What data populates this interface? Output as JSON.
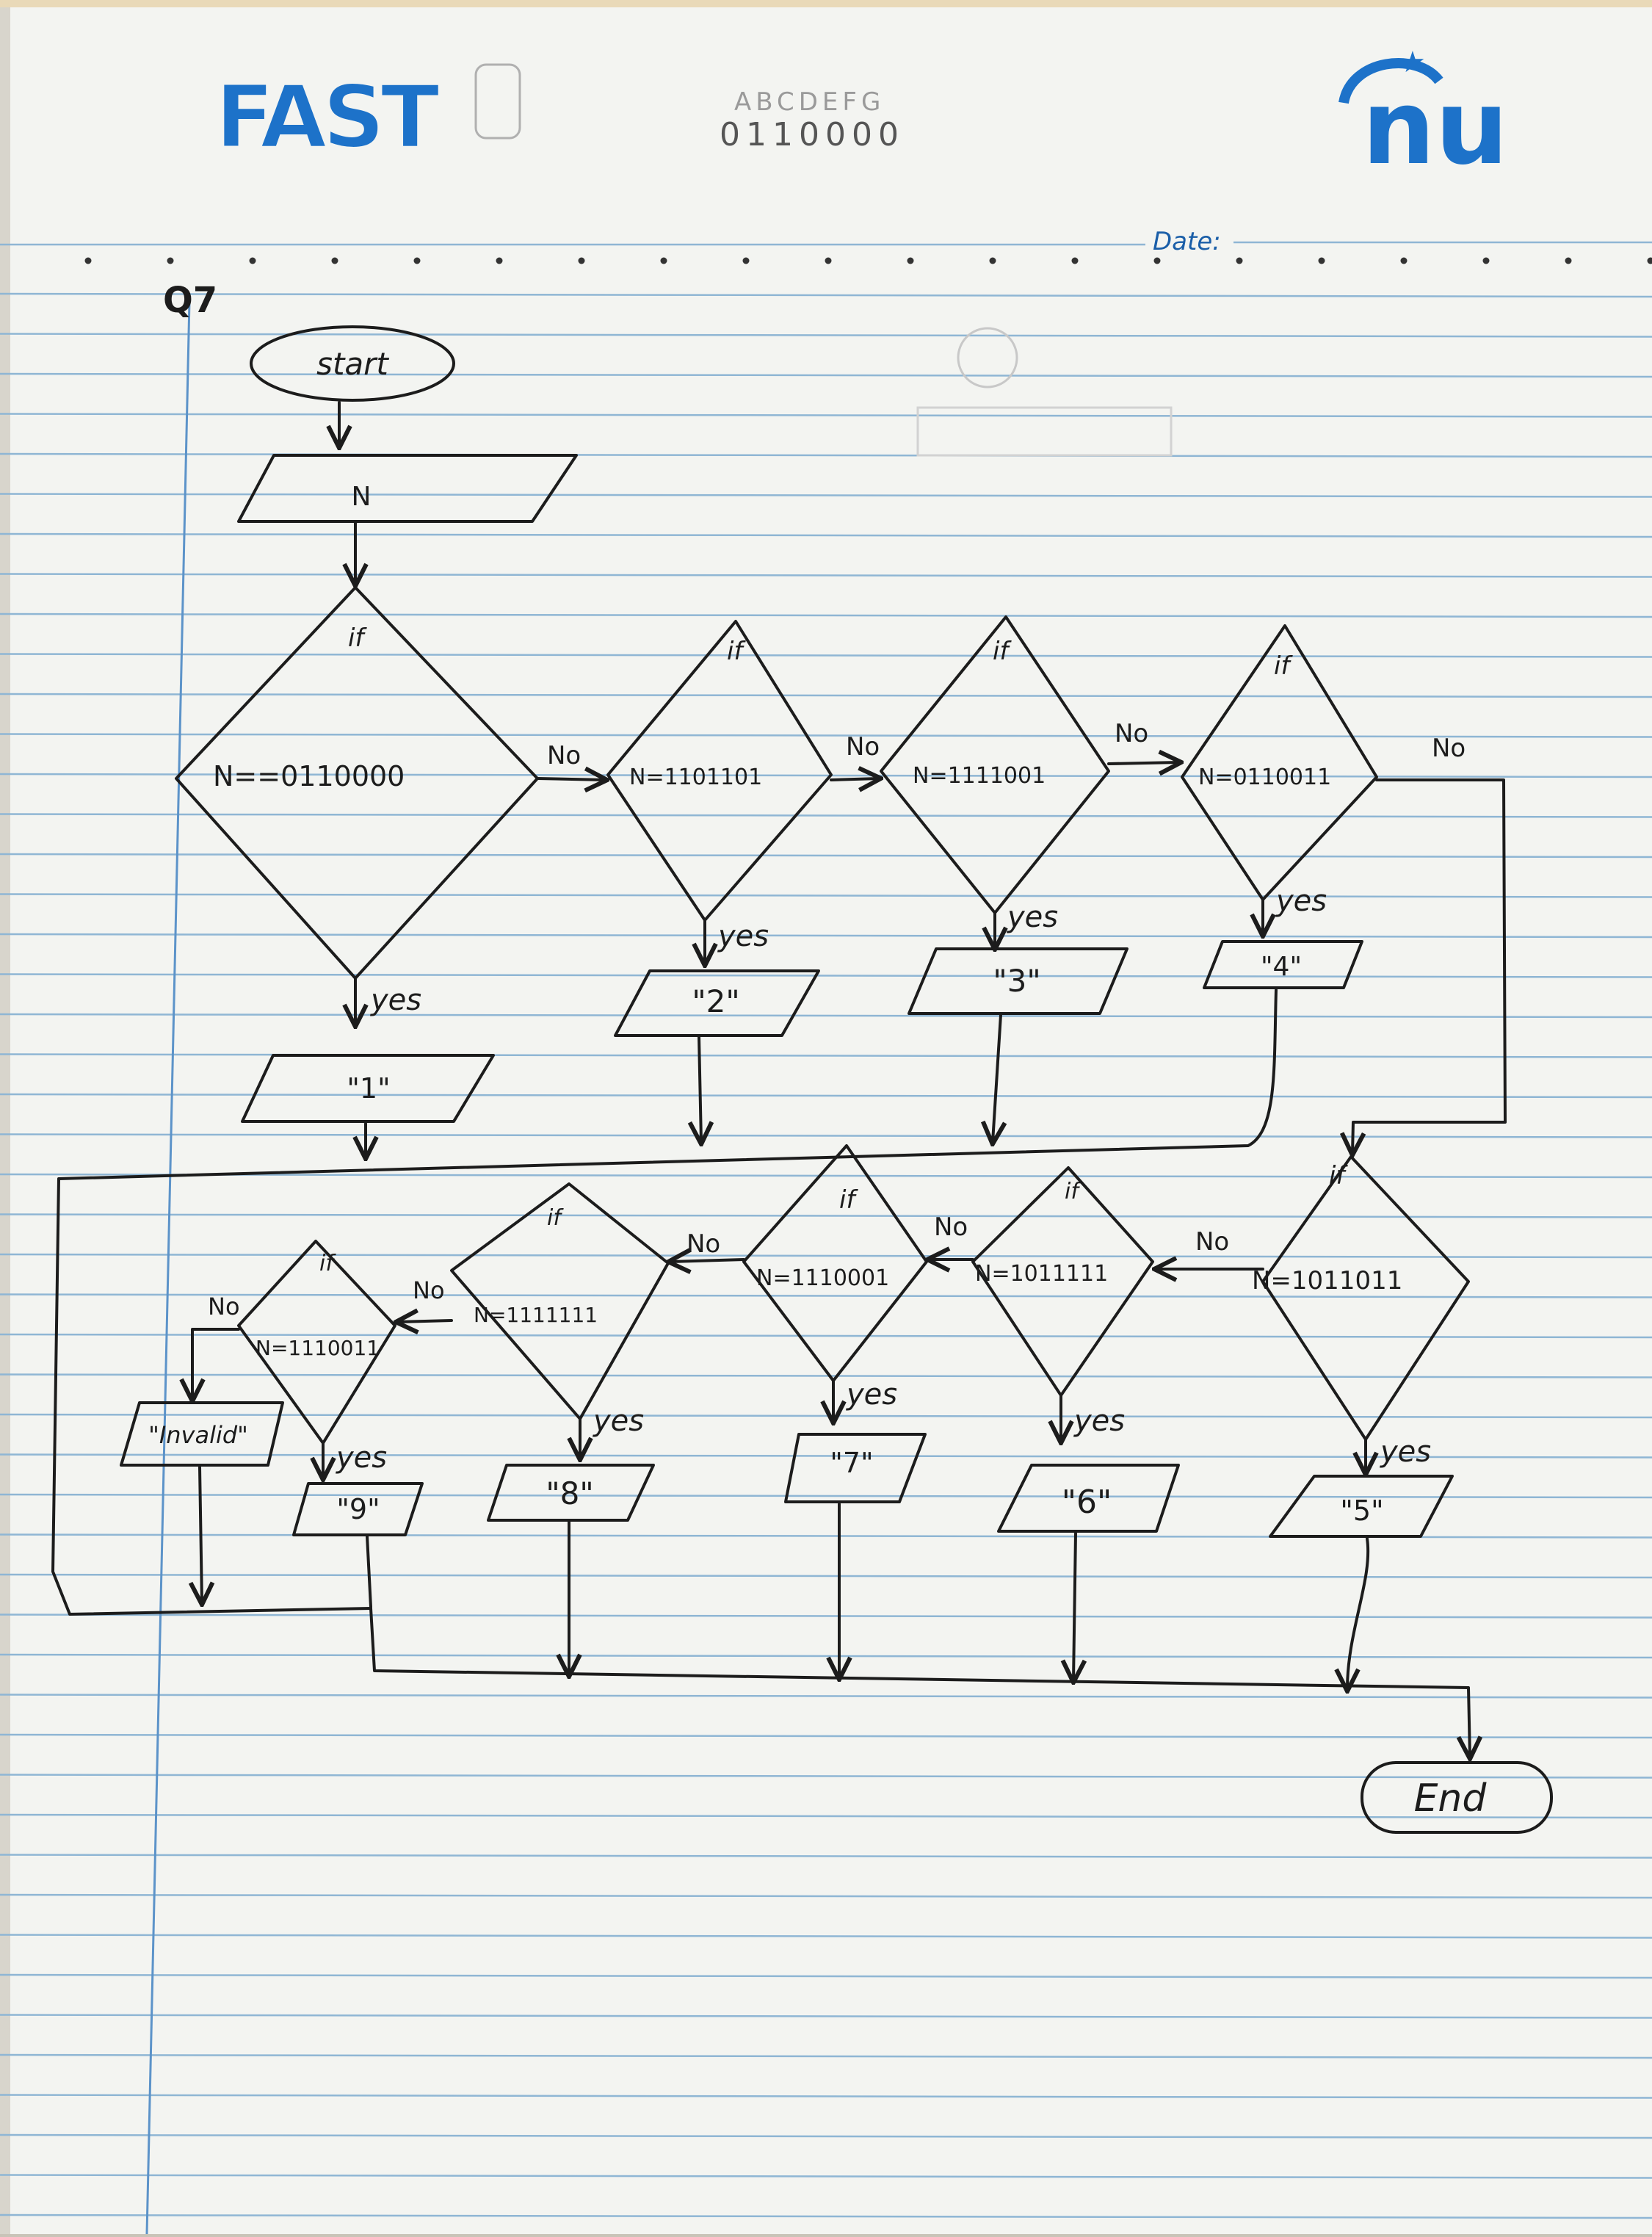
{
  "header": {
    "left_logo_text": "FAST",
    "right_logo_text": "nu",
    "doodle_line1": "ABCDEFG",
    "doodle_line2": "0110000",
    "date_label": "Date:"
  },
  "question_label": "Q7",
  "flowchart": {
    "start_label": "start",
    "input_label": "N",
    "end_label": "End",
    "if_label": "if",
    "yes_label": "yes",
    "no_label": "No",
    "decisions": [
      {
        "condition": "N==0110000",
        "output": "\"1\""
      },
      {
        "condition": "N=1101101",
        "output": "\"2\""
      },
      {
        "condition": "N=1111001",
        "output": "\"3\""
      },
      {
        "condition": "N=0110011",
        "output": "\"4\""
      },
      {
        "condition": "N=1011011",
        "output": "\"5\""
      },
      {
        "condition": "N=1011111",
        "output": "\"6\""
      },
      {
        "condition": "N=1110001",
        "output": "\"7\""
      },
      {
        "condition": "N=1111111",
        "output": "\"8\""
      },
      {
        "condition": "N=1110011",
        "output": "\"9\""
      }
    ],
    "invalid_output": "\"Invalid\""
  },
  "colors": {
    "paper": "#f3f4f1",
    "rule_line": "#8fb6d4",
    "margin_line": "#5c93c9",
    "ink": "#1c1c1c",
    "logo_blue": "#1d72c9"
  }
}
